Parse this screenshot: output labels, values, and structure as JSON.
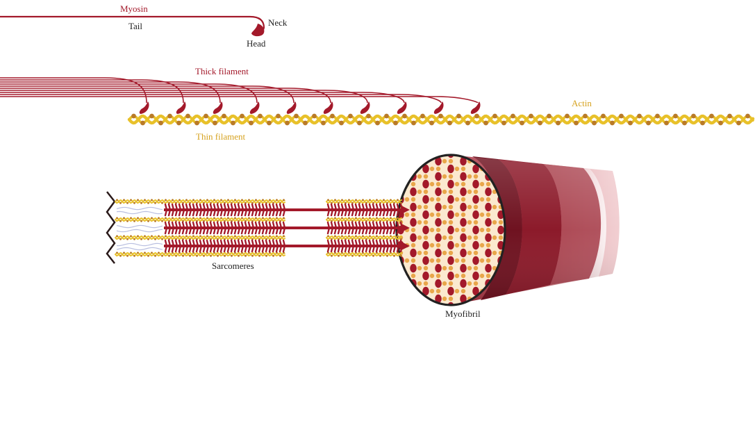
{
  "labels": {
    "myosin": "Myosin",
    "tail": "Tail",
    "neck": "Neck",
    "head": "Head",
    "thick_filament": "Thick filament",
    "actin": "Actin",
    "thin_filament": "Thin filament",
    "sarcomeres": "Sarcomeres",
    "myofibril": "Myofibril"
  },
  "colors": {
    "myosin_red": "#a3192a",
    "dark_red": "#7a1420",
    "actin_gold": "#e8c12a",
    "actin_bead": "#b97a28",
    "label_gold": "#d6a21e",
    "titin_blue": "#b9bfe0",
    "cross_section_bg": "#fbe9cf",
    "outline": "#222222"
  }
}
